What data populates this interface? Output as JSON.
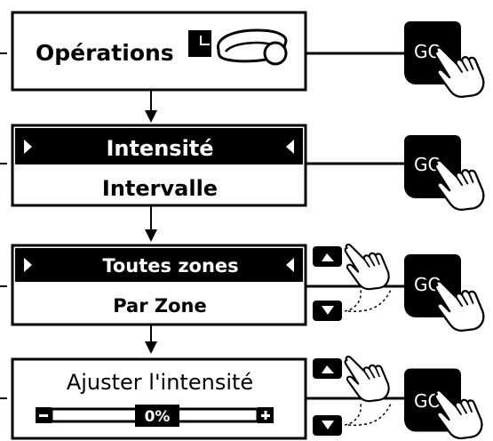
{
  "screens": [
    {
      "title": "Opérations"
    },
    {
      "highlighted": "Intensité",
      "second": "Intervalle"
    },
    {
      "highlighted": "Toutes zones",
      "second": "Par Zone"
    },
    {
      "title": "Ajuster l'intensité",
      "value": "0%"
    }
  ],
  "go_button": {
    "label": "GO"
  },
  "icons": {
    "mower": "robot-mower-icon",
    "hand": "pointing-hand-icon",
    "up": "arrow-up-icon",
    "down": "arrow-down-icon",
    "left": "arrow-left-icon",
    "right": "arrow-right-icon",
    "minus": "minus-icon",
    "plus": "plus-icon"
  },
  "colors": {
    "ink": "#000000",
    "paper": "#ffffff"
  }
}
